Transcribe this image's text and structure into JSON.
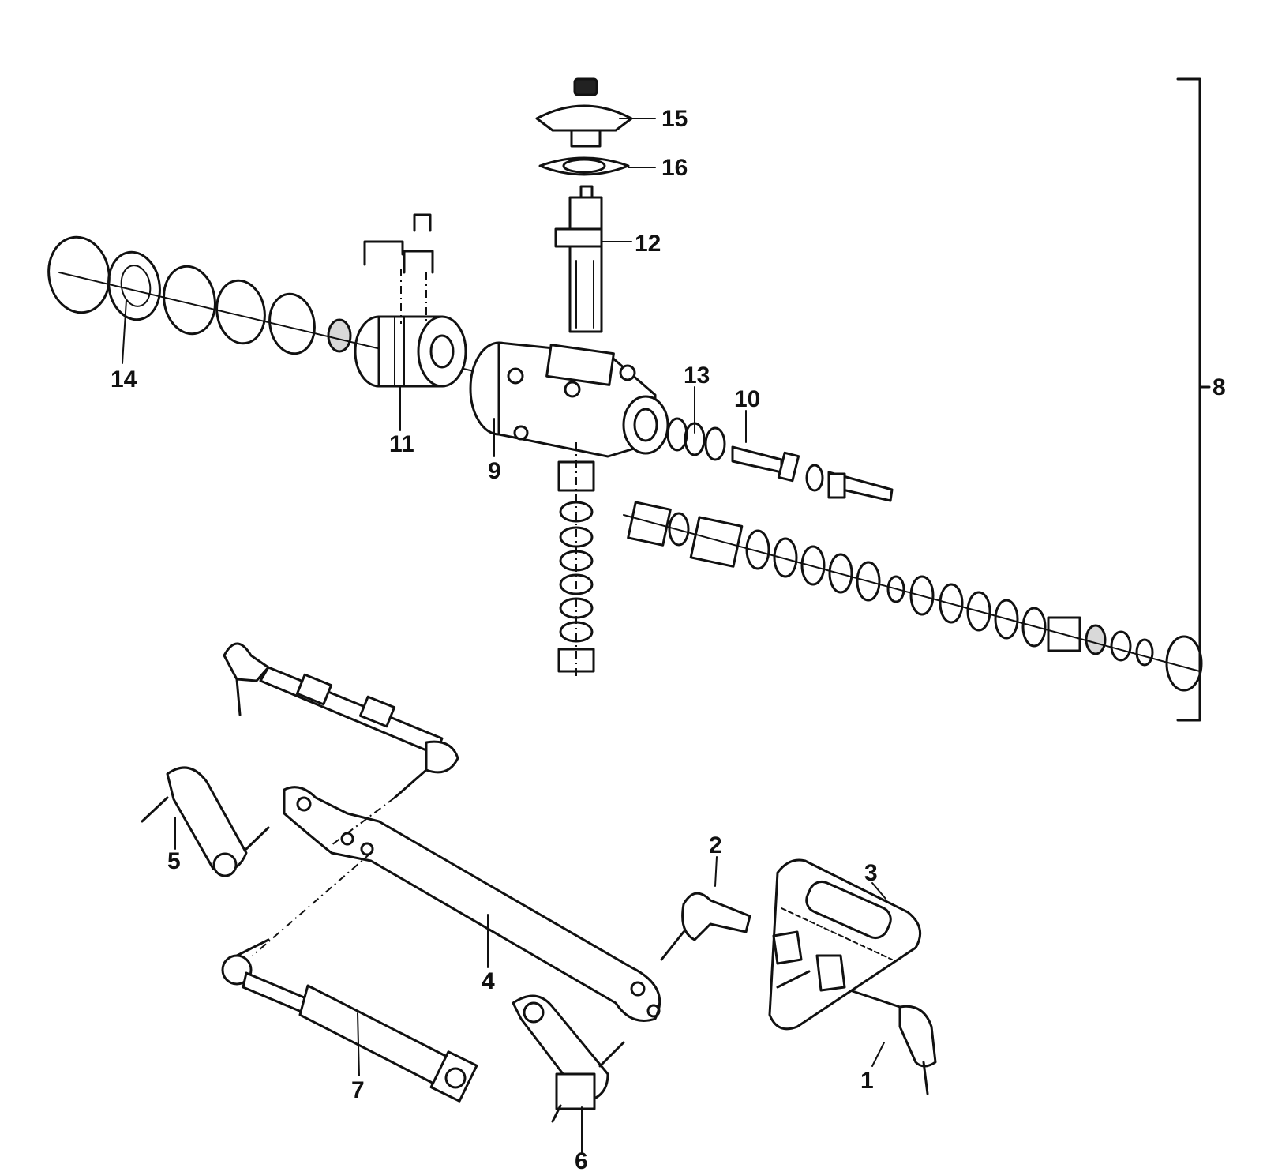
{
  "colors": {
    "ink": "#111111",
    "paper": "#ffffff",
    "shade": "#d9d9d9"
  },
  "callouts": {
    "c1": "1",
    "c2": "2",
    "c3": "3",
    "c4": "4",
    "c5": "5",
    "c6": "6",
    "c7": "7",
    "c8": "8",
    "c9": "9",
    "c10": "10",
    "c11": "11",
    "c12": "12",
    "c13": "13",
    "c14": "14",
    "c15": "15",
    "c16": "16"
  }
}
